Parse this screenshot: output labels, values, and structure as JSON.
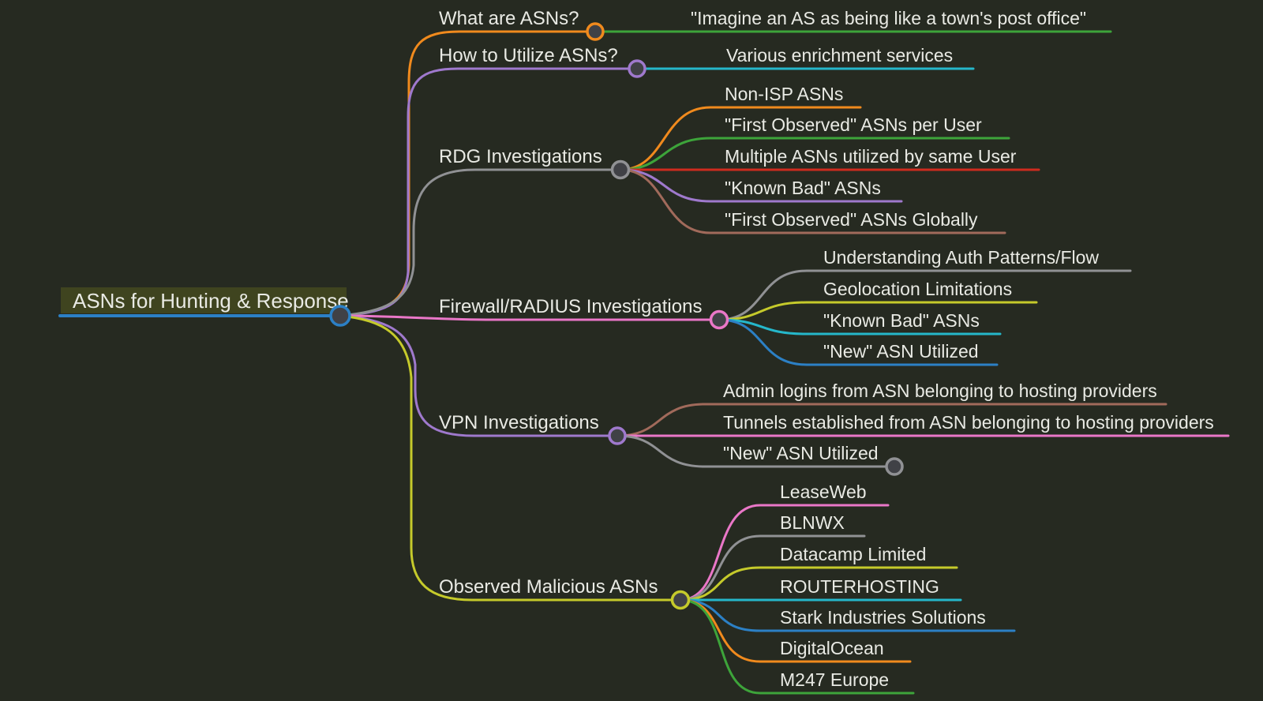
{
  "root": {
    "label": "ASNs for Hunting & Response"
  },
  "colors": {
    "background": "#262a21",
    "text": "#e9eae4",
    "root_box": "#3f441f",
    "node_fill": "#404146",
    "blue": "#2c80c5",
    "orange": "#f08a1d",
    "green": "#3da43a",
    "purple": "#9f79cd",
    "gray": "#909194",
    "red": "#ce2b1e",
    "brown": "#a16a5b",
    "pink": "#ea77c8",
    "yellow": "#c5ca2b",
    "cyan": "#25b7ca"
  },
  "branches": {
    "what": {
      "label": "What are ASNs?",
      "children": {
        "quote": {
          "label": "\"Imagine an AS as being like a town's post office\""
        }
      }
    },
    "how": {
      "label": "How to Utilize ASNs?",
      "children": {
        "services": {
          "label": "Various enrichment services"
        }
      }
    },
    "rdg": {
      "label": "RDG Investigations",
      "children": {
        "nonisp": {
          "label": "Non-ISP ASNs"
        },
        "first_user": {
          "label": "\"First Observed\" ASNs per User"
        },
        "multiple": {
          "label": "Multiple ASNs utilized by same User"
        },
        "known_bad": {
          "label": "\"Known Bad\" ASNs"
        },
        "first_global": {
          "label": "\"First Observed\" ASNs Globally"
        }
      }
    },
    "firewall": {
      "label": "Firewall/RADIUS Investigations",
      "children": {
        "auth": {
          "label": "Understanding Auth Patterns/Flow"
        },
        "geo": {
          "label": "Geolocation Limitations"
        },
        "known_bad": {
          "label": "\"Known Bad\" ASNs"
        },
        "new_asn": {
          "label": "\"New\" ASN Utilized"
        }
      }
    },
    "vpn": {
      "label": "VPN Investigations",
      "children": {
        "admin": {
          "label": "Admin logins from ASN belonging to hosting providers"
        },
        "tunnels": {
          "label": "Tunnels established from ASN belonging to hosting providers"
        },
        "new_asn": {
          "label": "\"New\" ASN Utilized"
        }
      }
    },
    "malicious": {
      "label": "Observed Malicious ASNs",
      "children": {
        "leaseweb": {
          "label": "LeaseWeb"
        },
        "blnwx": {
          "label": "BLNWX"
        },
        "datacamp": {
          "label": "Datacamp Limited"
        },
        "routerhosting": {
          "label": "ROUTERHOSTING"
        },
        "stark": {
          "label": "Stark Industries Solutions"
        },
        "digitalocean": {
          "label": "DigitalOcean"
        },
        "m247": {
          "label": "M247 Europe"
        }
      }
    }
  }
}
